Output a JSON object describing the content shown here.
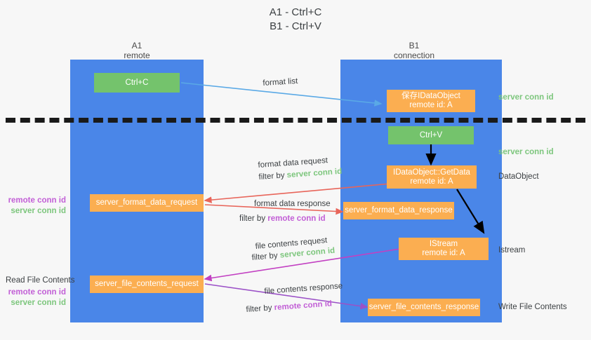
{
  "title": {
    "line1": "A1 - Ctrl+C",
    "line2": "B1 - Ctrl+V"
  },
  "lanes": [
    {
      "id": "a1",
      "header_name": "A1",
      "header_role": "remote"
    },
    {
      "id": "b1",
      "header_name": "B1",
      "header_role": "connection"
    }
  ],
  "boxes": {
    "ctrl_c": {
      "label": "Ctrl+C",
      "color": "#74c36c"
    },
    "ctrl_v": {
      "label": "Ctrl+V",
      "color": "#74c36c"
    },
    "save_idataobject": {
      "line1": "保存IDataObject",
      "line2": "remote id: A",
      "color": "#fbae51"
    },
    "getdata": {
      "line1": "IDataObject::GetData",
      "line2": "remote id: A",
      "color": "#fbae51"
    },
    "istream": {
      "line1": "IStream",
      "line2": "remote id: A",
      "color": "#fbae51"
    },
    "server_format_data_request": {
      "label": "server_format_data_request",
      "color": "#fbae51"
    },
    "server_format_data_response": {
      "label": "server_format_data_response",
      "color": "#fbae51"
    },
    "server_file_contents_request": {
      "label": "server_file_contents_request",
      "color": "#fbae51"
    },
    "server_file_contents_response": {
      "label": "server_file_contents_response",
      "color": "#fbae51"
    }
  },
  "right_labels": {
    "server_conn_id_top": "server conn id",
    "server_conn_id_mid": "server conn id",
    "dataobject": "DataObject",
    "istream": "Istream",
    "write_file_contents": "Write File Contents"
  },
  "left_labels": {
    "remote_conn_id_mid": "remote conn id",
    "server_conn_id_mid": "server conn id",
    "read_file_contents": "Read File Contents",
    "remote_conn_id_bottom": "remote conn id",
    "server_conn_id_bottom": "server conn id"
  },
  "arrow_labels": {
    "format_list": "format list",
    "format_data_request": "format data request",
    "format_data_request_filter_prefix": "filter by ",
    "format_data_request_filter_value": "server conn id",
    "format_data_response": "format data response",
    "format_data_response_filter_prefix": "filter by ",
    "format_data_response_filter_value": "remote conn id",
    "file_contents_request": "file contents request",
    "file_contents_request_filter_prefix": "filter by ",
    "file_contents_request_filter_value": "server conn id",
    "file_contents_response": "file contents response",
    "file_contents_response_filter_prefix": "filter by ",
    "file_contents_response_filter_value": "remote conn id"
  },
  "colors": {
    "lane": "#4a86e8",
    "green_box": "#74c36c",
    "orange_box": "#fbae51",
    "server_conn_id": "#7dc67d",
    "remote_conn_id": "#c25fd6",
    "arrow_blue": "#5aa9e6",
    "arrow_red": "#e8655a",
    "arrow_magenta": "#c240c2",
    "arrow_purple": "#9b51c7",
    "arrow_black": "#000000",
    "divider": "#1a1a1a"
  }
}
